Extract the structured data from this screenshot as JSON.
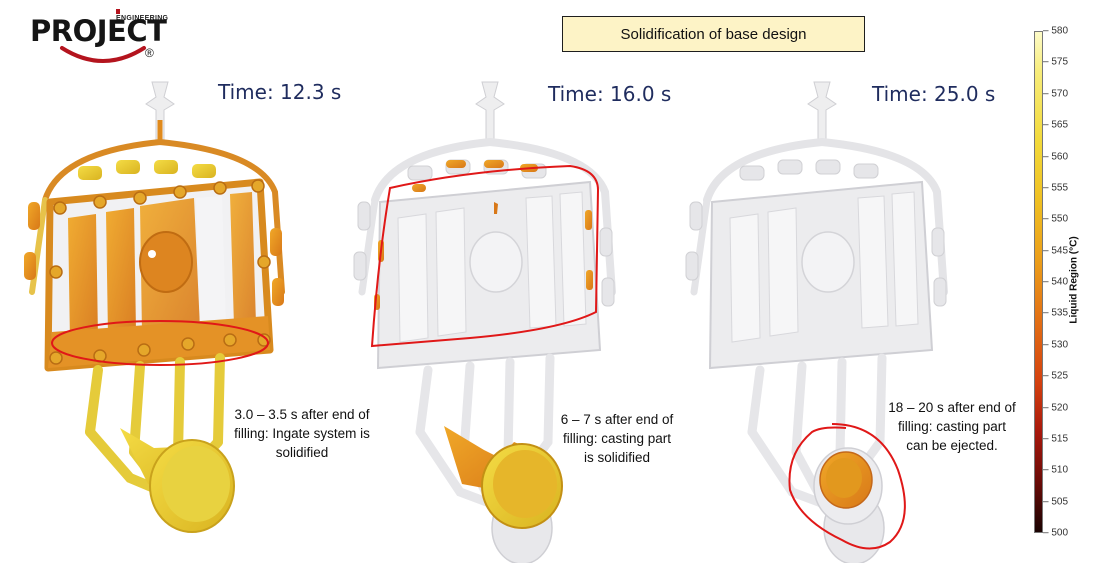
{
  "logo": {
    "small_text": "ENGINEERING",
    "word": "PROJECT",
    "registered": "®"
  },
  "title": "Solidification of base design",
  "panels": [
    {
      "time_label": "Time: 12.3 s",
      "note_lines": [
        "3.0 – 3.5 s after end of",
        "filling: Ingate system is",
        "solidified"
      ]
    },
    {
      "time_label": "Time: 16.0 s",
      "note_lines": [
        "6 – 7 s after end of",
        "filling: casting part",
        "is solidified"
      ]
    },
    {
      "time_label": "Time: 25.0 s",
      "note_lines": [
        "18 – 20 s after end of",
        "filling: casting part",
        "can be ejected."
      ]
    }
  ],
  "colorbar": {
    "label": "Liquid Region (°C)",
    "min": 500,
    "max": 580,
    "ticks": [
      "580",
      "575",
      "570",
      "565",
      "560",
      "555",
      "550",
      "545",
      "540",
      "535",
      "530",
      "525",
      "520",
      "515",
      "510",
      "505",
      "500"
    ],
    "colors": {
      "hot": "#fdfbc8",
      "mid": "#eb9d1a",
      "cold": "#1a0302"
    }
  },
  "colors": {
    "liquid_yellow": "#e9c92c",
    "liquid_orange": "#e08a1c",
    "solid_grey": "#e6e6e9",
    "highlight_red": "#e01818",
    "time_text": "#1f2c5e"
  }
}
